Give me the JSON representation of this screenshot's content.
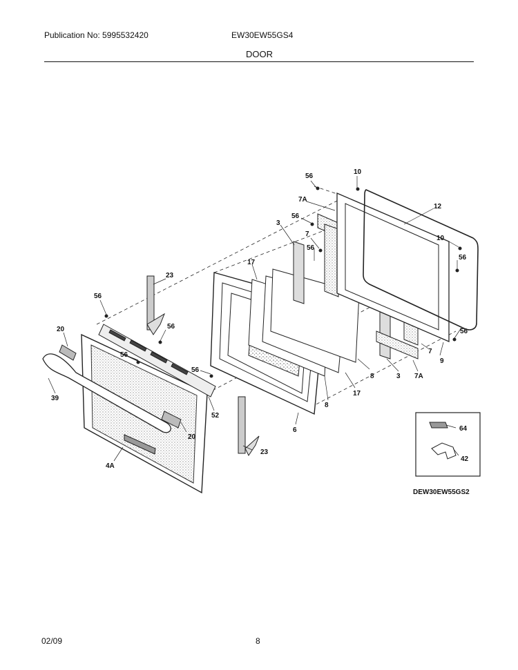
{
  "header": {
    "publication": "Publication No: 5995532420",
    "model": "EW30EW55GS4",
    "section": "DOOR"
  },
  "footer": {
    "date": "02/09",
    "page": "8"
  },
  "diagram": {
    "drawing_id": "DEW30EW55GS2",
    "callouts": {
      "c56a": "56",
      "c10a": "10",
      "c7Aa": "7A",
      "c12": "12",
      "c3a": "3",
      "c56b": "56",
      "c7a": "7",
      "c56c": "56",
      "c10b": "10",
      "c56d": "56",
      "c17a": "17",
      "c23a": "23",
      "c56e": "56",
      "c56f": "56",
      "c20a": "20",
      "c56g": "56",
      "c56h": "56",
      "c8a": "8",
      "c3b": "3",
      "c7Ab": "7A",
      "c7b": "7",
      "c9": "9",
      "c56i": "56",
      "c39": "39",
      "c52": "52",
      "c8b": "8",
      "c17b": "17",
      "c20b": "20",
      "c6": "6",
      "c23b": "23",
      "c4A": "4A",
      "c64": "64",
      "c42": "42"
    }
  }
}
